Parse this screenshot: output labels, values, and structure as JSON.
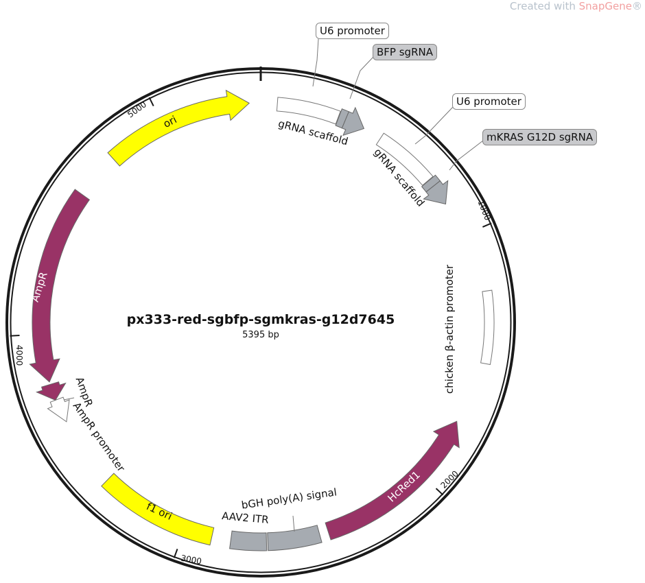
{
  "watermark": {
    "prefix": "Created with ",
    "brand": "SnapGene",
    "suffix": "®"
  },
  "plasmid": {
    "name": "px333-red-sgbfp-sgmkras-g12d7645",
    "length_label": "5395 bp",
    "length_bp": 5395
  },
  "ticks": [
    {
      "bp": 1000,
      "label": "1000"
    },
    {
      "bp": 2000,
      "label": "2000"
    },
    {
      "bp": 3000,
      "label": "3000"
    },
    {
      "bp": 4000,
      "label": "4000"
    },
    {
      "bp": 5000,
      "label": "5000"
    }
  ],
  "colors": {
    "ori": "#ffff00",
    "ampr": "#993366",
    "gray": "#a6abb1",
    "white": "#ffffff",
    "backbone": "#1a1a1a"
  },
  "features": [
    {
      "id": "u6-1",
      "label": "U6 promoter",
      "start": 65,
      "end": 310,
      "dir": 0,
      "color": "#ffffff"
    },
    {
      "id": "bfp-sgrna",
      "label": "BFP sgRNA",
      "start": 312,
      "end": 340,
      "dir": 0,
      "color": "#a6abb1"
    },
    {
      "id": "scaffold-1",
      "label": "gRNA scaffold",
      "start": 340,
      "end": 420,
      "dir": 1,
      "color": "#a6abb1"
    },
    {
      "id": "u6-2",
      "label": "U6 promoter",
      "start": 495,
      "end": 745,
      "dir": 0,
      "color": "#ffffff"
    },
    {
      "id": "mkras-sgrna",
      "label": "mKRAS G12D sgRNA",
      "start": 747,
      "end": 775,
      "dir": 0,
      "color": "#a6abb1"
    },
    {
      "id": "scaffold-2",
      "label": "gRNA scaffold",
      "start": 775,
      "end": 860,
      "dir": 1,
      "color": "#a6abb1"
    },
    {
      "id": "cba",
      "label": "chicken β-actin promoter",
      "start": 1230,
      "end": 1505,
      "dir": 0,
      "color": "#ffffff"
    },
    {
      "id": "hcred1",
      "label": "HcRed1",
      "start": 1750,
      "end": 2430,
      "dir": -1,
      "color": "#993366"
    },
    {
      "id": "bgh",
      "label": "bGH poly(A) signal",
      "start": 2465,
      "end": 2670,
      "dir": 0,
      "color": "#a6abb1"
    },
    {
      "id": "aav2",
      "label": "AAV2 ITR",
      "start": 2675,
      "end": 2815,
      "dir": 0,
      "color": "#a6abb1"
    },
    {
      "id": "f1ori",
      "label": "f1 ori",
      "start": 2890,
      "end": 3360,
      "dir": 0,
      "color": "#ffff00"
    },
    {
      "id": "ampr-prom",
      "label": "AmpR promoter",
      "start": 3640,
      "end": 3735,
      "dir": -1,
      "color": "#ffffff"
    },
    {
      "id": "ampr-sig",
      "label": "AmpR",
      "start": 3735,
      "end": 3800,
      "dir": -1,
      "color": "#993366"
    },
    {
      "id": "ampr",
      "label": "AmpR",
      "start": 3810,
      "end": 4580,
      "dir": -1,
      "color": "#993366"
    },
    {
      "id": "ori",
      "label": "ori",
      "start": 4765,
      "end": 5350,
      "dir": 1,
      "color": "#ffff00"
    }
  ]
}
